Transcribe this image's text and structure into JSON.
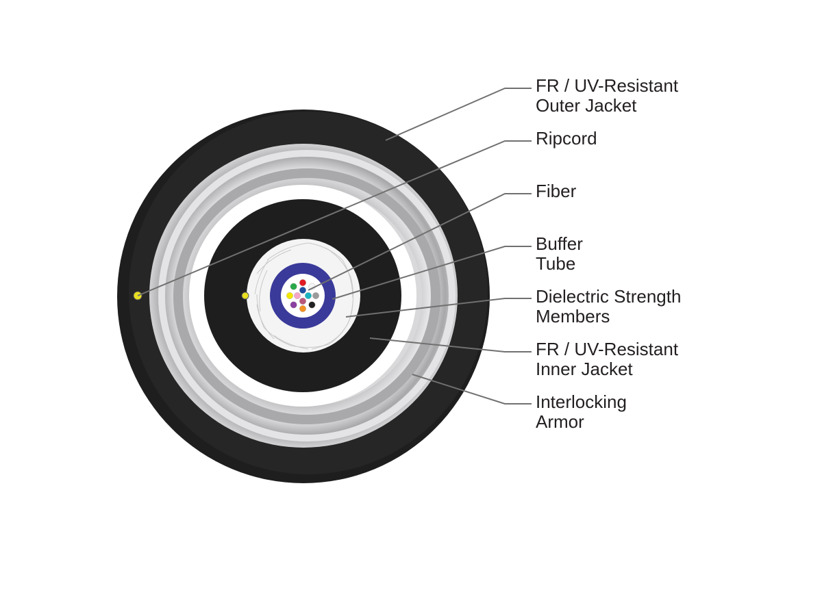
{
  "labels": [
    {
      "id": "outer-jacket",
      "lines": [
        "FR / UV-Resistant",
        "Outer Jacket"
      ]
    },
    {
      "id": "ripcord",
      "lines": [
        "Ripcord"
      ]
    },
    {
      "id": "fiber",
      "lines": [
        "Fiber"
      ]
    },
    {
      "id": "buffer-tube",
      "lines": [
        "Buffer",
        "Tube"
      ]
    },
    {
      "id": "strength-members",
      "lines": [
        "Dielectric Strength",
        "Members"
      ]
    },
    {
      "id": "inner-jacket",
      "lines": [
        "FR / UV-Resistant",
        "Inner Jacket"
      ]
    },
    {
      "id": "armor",
      "lines": [
        "Interlocking",
        "Armor"
      ]
    }
  ],
  "colors": {
    "jacket": "#1e1e1e",
    "armor": "#c9c9cb",
    "buffer_tube": "#3a3a9a",
    "ripcord": "#e8e020",
    "leader": "#707070",
    "text": "#231f20"
  },
  "fiber_colors": [
    "#e21b23",
    "#f5f5f5",
    "#9b9b9b",
    "#222222",
    "#f39224",
    "#8b3fa0",
    "#f2e600",
    "#2aa84a",
    "#1f4fa0",
    "#1ab5c0",
    "#b8577a",
    "#f4a6c8"
  ]
}
